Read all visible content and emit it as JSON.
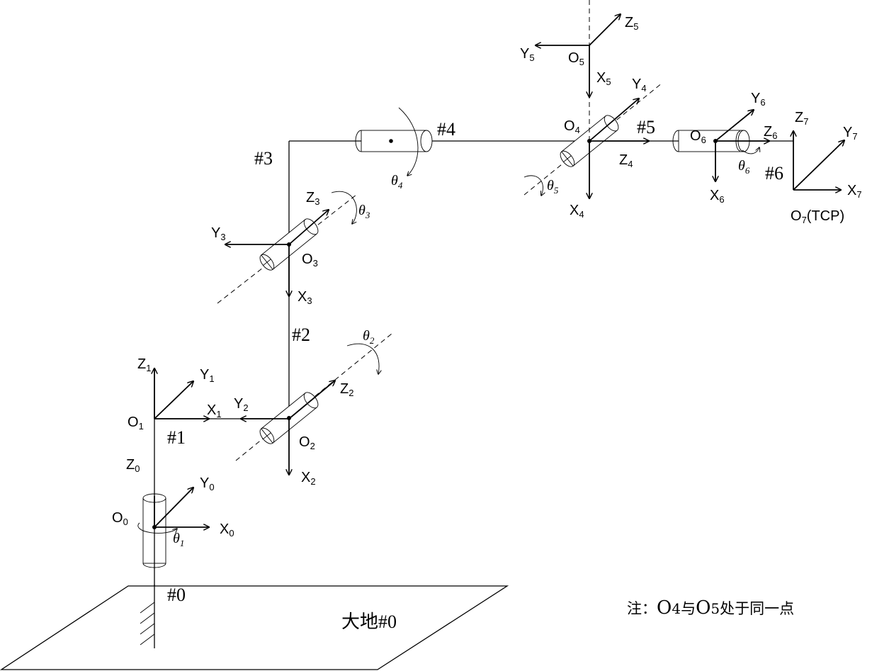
{
  "frames": {
    "x0": {
      "base": "X",
      "sub": "0"
    },
    "y0": {
      "base": "Y",
      "sub": "0"
    },
    "z0": {
      "base": "Z",
      "sub": "0"
    },
    "o0": {
      "base": "O",
      "sub": "0"
    },
    "x1": {
      "base": "X",
      "sub": "1"
    },
    "y1": {
      "base": "Y",
      "sub": "1"
    },
    "z1": {
      "base": "Z",
      "sub": "1"
    },
    "o1": {
      "base": "O",
      "sub": "1"
    },
    "x2": {
      "base": "X",
      "sub": "2"
    },
    "y2": {
      "base": "Y",
      "sub": "2"
    },
    "z2": {
      "base": "Z",
      "sub": "2"
    },
    "o2": {
      "base": "O",
      "sub": "2"
    },
    "x3": {
      "base": "X",
      "sub": "3"
    },
    "y3": {
      "base": "Y",
      "sub": "3"
    },
    "z3": {
      "base": "Z",
      "sub": "3"
    },
    "o3": {
      "base": "O",
      "sub": "3"
    },
    "x4": {
      "base": "X",
      "sub": "4"
    },
    "y4": {
      "base": "Y",
      "sub": "4"
    },
    "z4": {
      "base": "Z",
      "sub": "4"
    },
    "o4": {
      "base": "O",
      "sub": "4"
    },
    "x5": {
      "base": "X",
      "sub": "5"
    },
    "y5": {
      "base": "Y",
      "sub": "5"
    },
    "z5": {
      "base": "Z",
      "sub": "5"
    },
    "o5": {
      "base": "O",
      "sub": "5"
    },
    "x6": {
      "base": "X",
      "sub": "6"
    },
    "y6": {
      "base": "Y",
      "sub": "6"
    },
    "z6": {
      "base": "Z",
      "sub": "6"
    },
    "o6": {
      "base": "O",
      "sub": "6"
    },
    "x7": {
      "base": "X",
      "sub": "7"
    },
    "y7": {
      "base": "Y",
      "sub": "7"
    },
    "z7": {
      "base": "Z",
      "sub": "7"
    },
    "o7": {
      "base": "O",
      "sub": "7",
      "suffix": "(TCP)"
    }
  },
  "thetas": {
    "t1": {
      "base": "θ",
      "sub": "1"
    },
    "t2": {
      "base": "θ",
      "sub": "2"
    },
    "t3": {
      "base": "θ",
      "sub": "3"
    },
    "t4": {
      "base": "θ",
      "sub": "4"
    },
    "t5": {
      "base": "θ",
      "sub": "5"
    },
    "t6": {
      "base": "θ",
      "sub": "6"
    }
  },
  "links": {
    "l0": "#0",
    "l1": "#1",
    "l2": "#2",
    "l3": "#3",
    "l4": "#4",
    "l5": "#5",
    "l6": "#6"
  },
  "ground": "大地#0",
  "note": {
    "prefix": "注：",
    "a": {
      "base": "O",
      "sub": "4"
    },
    "mid": "与",
    "b": {
      "base": "O",
      "sub": "5"
    },
    "suffix": "处于同一点"
  }
}
